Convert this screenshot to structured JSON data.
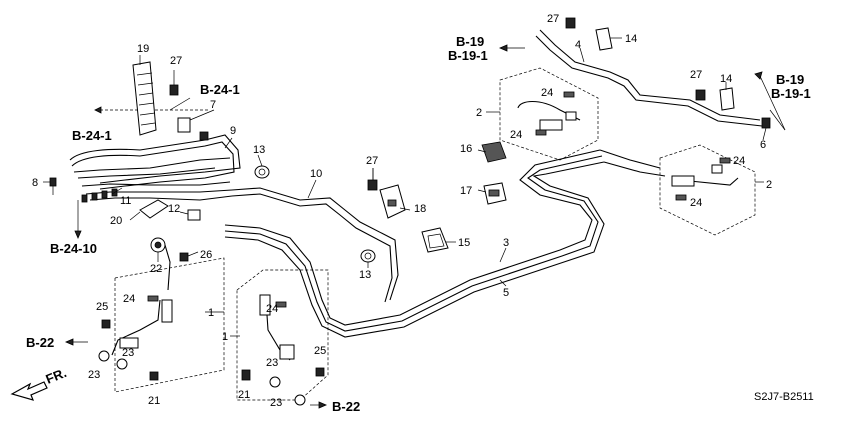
{
  "callouts": {
    "n1": "1",
    "n2": "2",
    "n3": "3",
    "n4": "4",
    "n5": "5",
    "n6": "6",
    "n7": "7",
    "n8": "8",
    "n9": "9",
    "n10": "10",
    "n11": "11",
    "n12": "12",
    "n13": "13",
    "n14": "14",
    "n15": "15",
    "n16": "16",
    "n17": "17",
    "n18": "18",
    "n19": "19",
    "n20": "20",
    "n21": "21",
    "n22": "22",
    "n23": "23",
    "n24": "24",
    "n25": "25",
    "n26": "26",
    "n27": "27"
  },
  "refs": {
    "b19": "B-19",
    "b19_1": "B-19-1",
    "b24_1": "B-24-1",
    "b24_10": "B-24-10",
    "b22": "B-22",
    "fr": "FR."
  },
  "diagram_code": "S2J7-B2511"
}
